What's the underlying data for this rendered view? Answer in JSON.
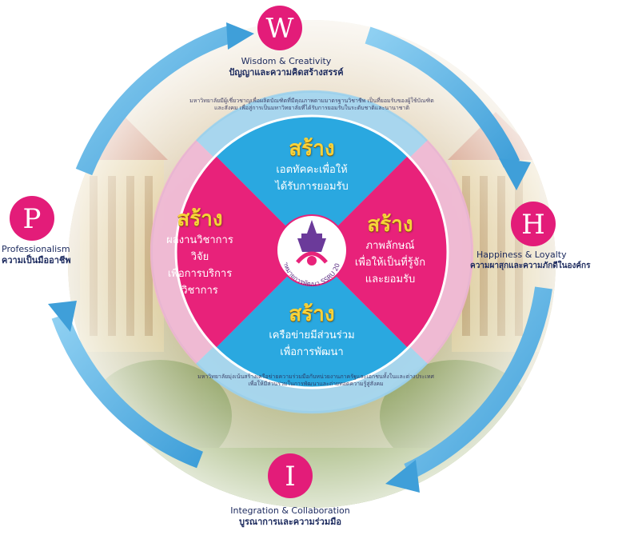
{
  "colors": {
    "ring_blue": "#4aa9dd",
    "ring_pink": "#e46aa8",
    "quad_pink": "#e8227a",
    "quad_blue": "#2aa8e0",
    "badge_pink": "#e31c79",
    "gold": "#f7d23a",
    "text_navy": "#1c2a5e"
  },
  "center": {
    "logo": "crown-emblem",
    "arc_text": "เป้าหมายการพัฒนา SSRU 2020"
  },
  "quadrants": {
    "top": {
      "brand": "สร้าง",
      "line1": "เอตทัคคะเพื่อให้",
      "line2": "ได้รับการยอมรับ"
    },
    "left": {
      "brand": "สร้าง",
      "line1": "ผลงานวิชาการ",
      "line2": "วิจัย",
      "line3": "เพื่อการบริการ",
      "line4": "วิชาการ"
    },
    "right": {
      "brand": "สร้าง",
      "line1": "ภาพลักษณ์",
      "line2": "เพื่อให้เป็นที่รู้จัก",
      "line3": "และยอมรับ"
    },
    "bottom": {
      "brand": "สร้าง",
      "line1": "เครือข่ายมีส่วนร่วม",
      "line2": "เพื่อการพัฒนา"
    }
  },
  "values": {
    "w": {
      "letter": "W",
      "en": "Wisdom & Creativity",
      "th": "ปัญญาและความคิดสร้างสรรค์"
    },
    "h": {
      "letter": "H",
      "en": "Happiness & Loyalty",
      "th": "ความผาสุกและความภักดีในองค์กร"
    },
    "i": {
      "letter": "I",
      "en": "Integration & Collaboration",
      "th": "บูรณาการและความร่วมมือ"
    },
    "p": {
      "letter": "P",
      "en": "Professionalism",
      "th": "ความเป็นมืออาชีพ"
    }
  },
  "ring_texts": {
    "top": "มหาวิทยาลัยมีผู้เชี่ยวชาญเพื่อผลิตบัณฑิตที่มีคุณภาพตามมาตรฐานวิชาชีพ เป็นที่ยอมรับของผู้ใช้บัณฑิตและสังคม เพื่อสู่การเป็นมหาวิทยาลัยที่ได้รับการยอมรับในระดับชาติและนานาชาติ",
    "bottom": "มหาวิทยาลัยมุ่งเน้นสร้างเครือข่ายความร่วมมือกับหน่วยงานภาครัฐและเอกชนทั้งในและต่างประเทศ เพื่อให้มีส่วนร่วมในการพัฒนาและถ่ายทอดความรู้สู่สังคม"
  }
}
